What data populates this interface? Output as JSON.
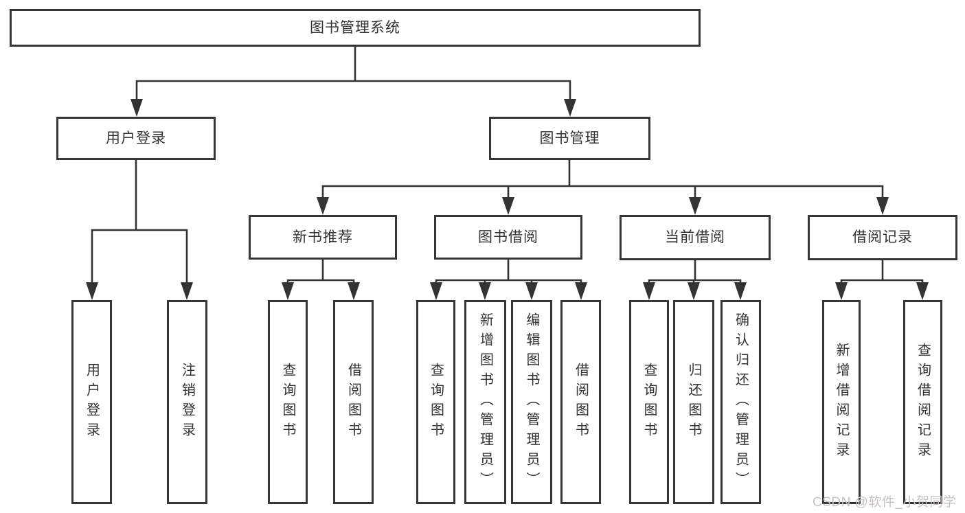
{
  "page": {
    "background": "#ffffff",
    "watermark": "CSDN @软件_小贺同学",
    "colors": {
      "line": "#333333",
      "box_border": "#363636",
      "box_fill": "#ffffff",
      "text": "#333333",
      "watermark_text": "#c8c3c3"
    }
  },
  "nodes": {
    "root": {
      "label": "图书管理系统"
    },
    "level2": [
      {
        "label": "用户登录"
      },
      {
        "label": "图书管理"
      }
    ],
    "level3": [
      {
        "label": "新书推荐"
      },
      {
        "label": "图书借阅"
      },
      {
        "label": "当前借阅"
      },
      {
        "label": "借阅记录"
      }
    ],
    "leaves": [
      {
        "label": "用户登录",
        "parent": "用户登录"
      },
      {
        "label": "注销登录",
        "parent": "用户登录"
      },
      {
        "label": "查询图书",
        "parent": "新书推荐"
      },
      {
        "label": "借阅图书",
        "parent": "新书推荐"
      },
      {
        "label": "查询图书",
        "parent": "图书借阅"
      },
      {
        "label": "新增图书（管理员）",
        "parent": "图书借阅"
      },
      {
        "label": "编辑图书（管理员）",
        "parent": "图书借阅"
      },
      {
        "label": "借阅图书",
        "parent": "图书借阅"
      },
      {
        "label": "查询图书",
        "parent": "当前借阅"
      },
      {
        "label": "归还图书",
        "parent": "当前借阅"
      },
      {
        "label": "确认归还（管理员）",
        "parent": "当前借阅"
      },
      {
        "label": "新增借阅记录",
        "parent": "借阅记录"
      },
      {
        "label": "查询借阅记录",
        "parent": "借阅记录"
      }
    ]
  },
  "hierarchy": {
    "图书管理系统": [
      "用户登录",
      "图书管理"
    ],
    "图书管理": [
      "新书推荐",
      "图书借阅",
      "当前借阅",
      "借阅记录"
    ]
  }
}
